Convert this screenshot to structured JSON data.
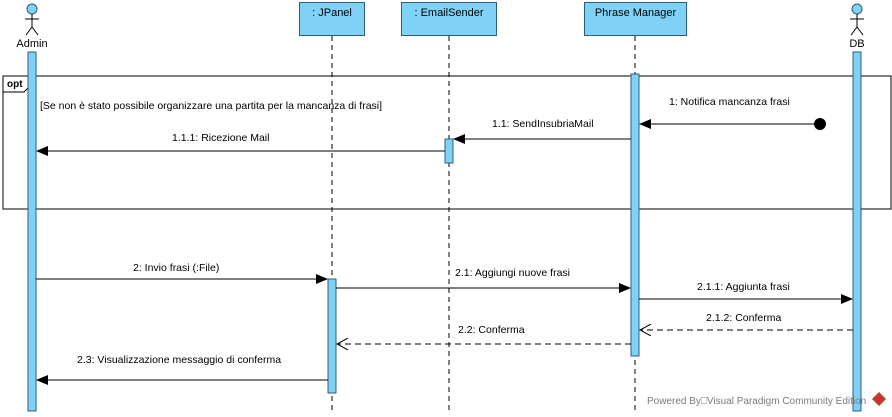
{
  "lifelines": {
    "admin": "Admin",
    "jpanel": ": JPanel",
    "emailsender": ": EmailSender",
    "phrase_manager": "Phrase Manager",
    "db": "DB"
  },
  "fragment": {
    "operator": "opt",
    "guard": "[Se non è stato possibile organizzare una partita per la mancanza di frasi]"
  },
  "messages": [
    {
      "label": "1: Notifica mancanza frasi"
    },
    {
      "label": "1.1: SendInsubriaMail"
    },
    {
      "label": "1.1.1: Ricezione Mail"
    },
    {
      "label": "2: Invio frasi (:File)"
    },
    {
      "label": "2.1: Aggiungi nuove frasi"
    },
    {
      "label": "2.1.1: Aggiunta frasi"
    },
    {
      "label": "2.1.2: Conferma"
    },
    {
      "label": "2.2: Conferma"
    },
    {
      "label": "2.3: Visualizzazione messaggio di conferma"
    }
  ],
  "watermark": "Powered By⎕Visual Paradigm Community Edition",
  "colors": {
    "activation": "#7fd2f6",
    "border": "#2d5f7a",
    "watermark_icon": "#c0392b"
  }
}
